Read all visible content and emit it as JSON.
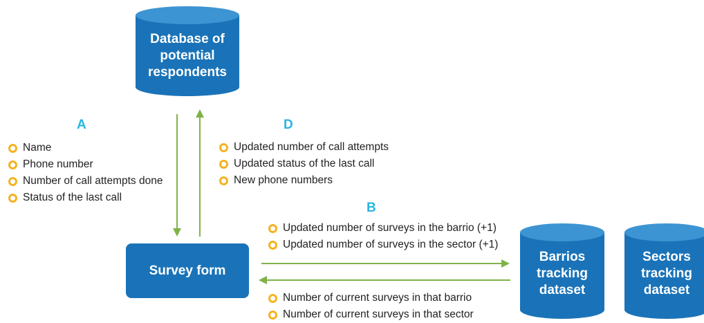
{
  "nodes": {
    "database": "Database of\npotential\nrespondents",
    "survey_form": "Survey form",
    "barrios": "Barrios\ntracking\ndataset",
    "sectors": "Sectors\ntracking\ndataset"
  },
  "sections": {
    "a": {
      "letter": "A",
      "items": [
        "Name",
        "Phone number",
        "Number of call attempts done",
        "Status of the last call"
      ]
    },
    "d": {
      "letter": "D",
      "items": [
        "Updated number of call attempts",
        "Updated status of the last call",
        "New phone numbers"
      ]
    },
    "b": {
      "letter": "B",
      "items": [
        "Updated number of surveys in the barrio (+1)",
        "Updated number of surveys in the sector (+1)"
      ]
    },
    "c": {
      "items": [
        "Number of current surveys in that barrio",
        "Number of current surveys in that sector"
      ]
    }
  },
  "colors": {
    "node_fill": "#1a73b8",
    "node_top": "#3d94d3",
    "arrow": "#7fb348",
    "letter": "#29b6e0",
    "bullet": "#f5b221"
  }
}
